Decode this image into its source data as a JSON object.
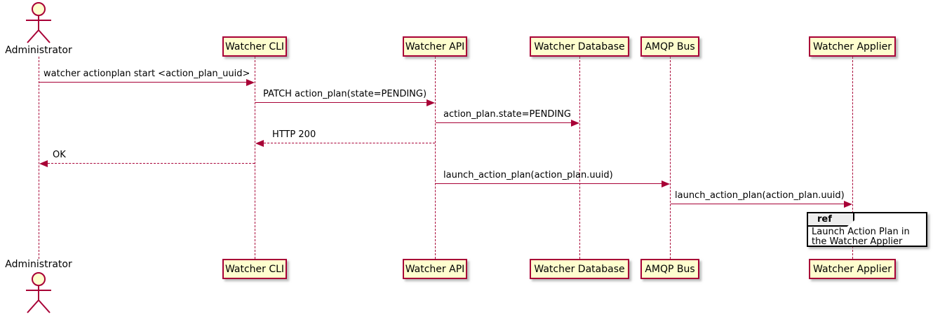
{
  "diagram": {
    "type": "sequence",
    "colors": {
      "participant_fill": "#FEFECE",
      "stroke": "#A80036",
      "text": "#000000",
      "ref_header_fill": "#EEEEEE",
      "ref_border": "#000000",
      "background": "#FFFFFF"
    },
    "participants": [
      {
        "name": "Administrator",
        "kind": "actor"
      },
      {
        "name": "Watcher CLI",
        "kind": "participant"
      },
      {
        "name": "Watcher API",
        "kind": "participant"
      },
      {
        "name": "Watcher Database",
        "kind": "participant"
      },
      {
        "name": "AMQP Bus",
        "kind": "participant"
      },
      {
        "name": "Watcher Applier",
        "kind": "participant"
      }
    ],
    "messages": [
      {
        "from": "Administrator",
        "to": "Watcher CLI",
        "label": "watcher actionplan start <action_plan_uuid>",
        "line": "solid",
        "direction": "right"
      },
      {
        "from": "Watcher CLI",
        "to": "Watcher API",
        "label": "PATCH action_plan(state=PENDING)",
        "line": "solid",
        "direction": "right"
      },
      {
        "from": "Watcher API",
        "to": "Watcher Database",
        "label": "action_plan.state=PENDING",
        "line": "solid",
        "direction": "right"
      },
      {
        "from": "Watcher API",
        "to": "Watcher CLI",
        "label": "HTTP 200",
        "line": "dashed",
        "direction": "left"
      },
      {
        "from": "Watcher CLI",
        "to": "Administrator",
        "label": "OK",
        "line": "dashed",
        "direction": "left"
      },
      {
        "from": "Watcher API",
        "to": "AMQP Bus",
        "label": "launch_action_plan(action_plan.uuid)",
        "line": "solid",
        "direction": "right"
      },
      {
        "from": "AMQP Bus",
        "to": "Watcher Applier",
        "label": "launch_action_plan(action_plan.uuid)",
        "line": "solid",
        "direction": "right"
      }
    ],
    "ref": {
      "keyword": "ref",
      "over": "Watcher Applier",
      "text": "Launch Action Plan in the Watcher Applier"
    }
  }
}
